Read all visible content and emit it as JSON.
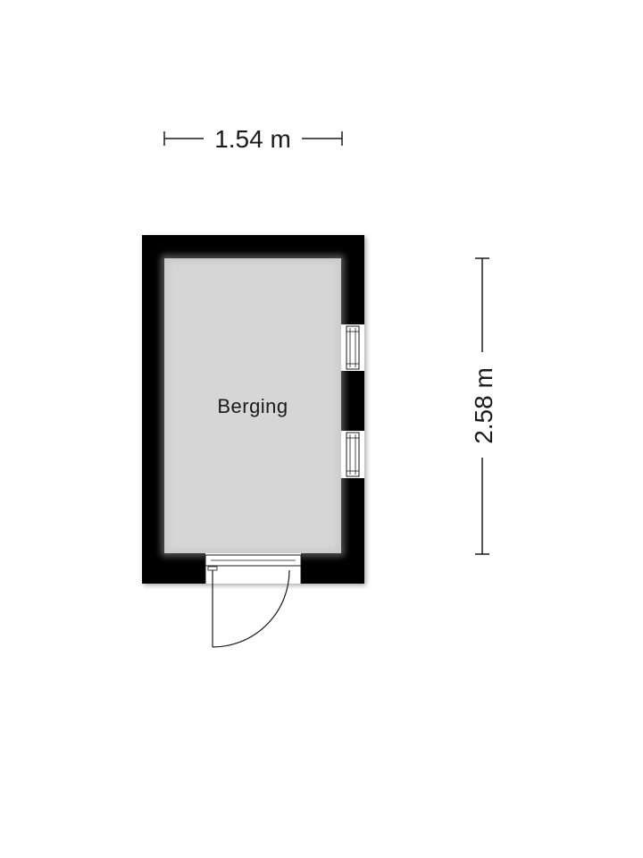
{
  "floorplan": {
    "room": {
      "name": "Berging"
    },
    "dimensions": {
      "width_label": "1.54 m",
      "depth_label": "2.58 m"
    },
    "colors": {
      "wall": "#000000",
      "floor": "#d6d6d6",
      "background": "#ffffff",
      "dimension_line": "#1a1a1a",
      "window_frame": "#ffffff"
    },
    "openings": {
      "windows": 2,
      "doors": 1
    }
  }
}
